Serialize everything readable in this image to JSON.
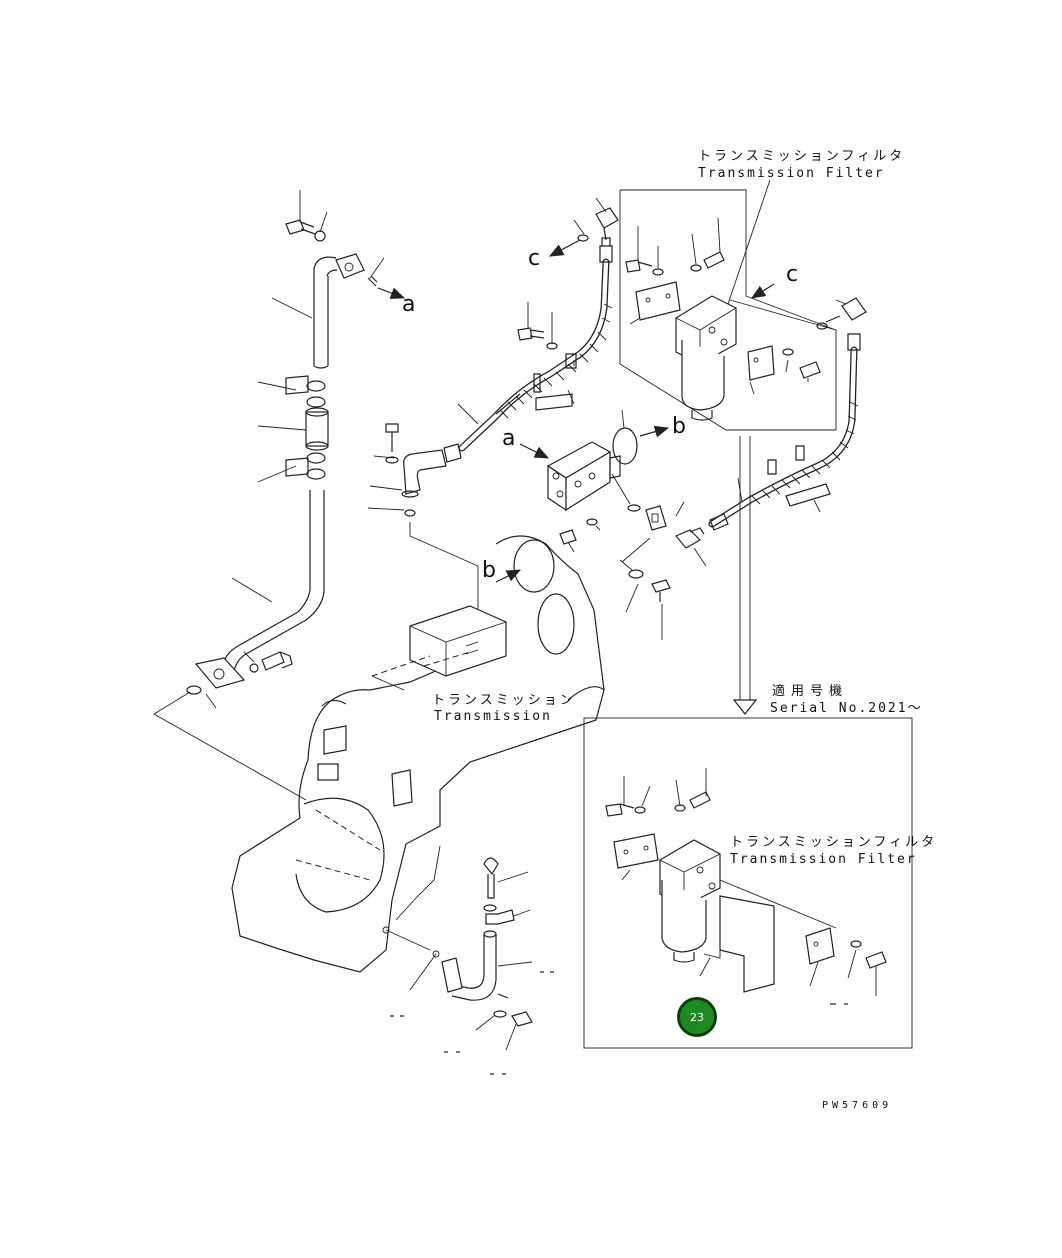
{
  "labels": {
    "filter_jp_top": "トランスミッションフィルタ",
    "filter_en_top": "Transmission Filter",
    "transmission_jp": "トランスミッション",
    "transmission_en": "Transmission",
    "serial_jp": "適用号機",
    "serial_en": "Serial No.2021～",
    "filter_jp_inset": "トランスミッションフィルタ",
    "filter_en_inset": "Transmission Filter",
    "drawing_code": "PW57609"
  },
  "refs": {
    "a": "a",
    "b": "b",
    "c": "c"
  },
  "callout": {
    "number": "23",
    "color": "#1f8a1f"
  }
}
